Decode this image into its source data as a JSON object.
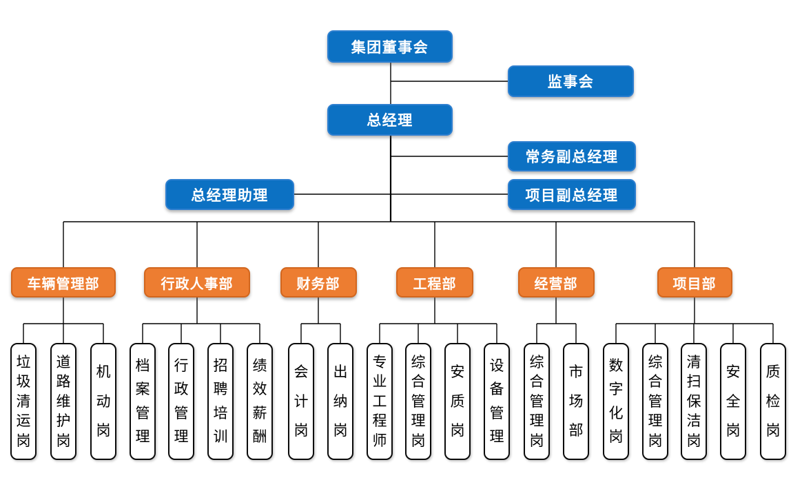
{
  "chart": {
    "root": {
      "label": "集团董事会"
    },
    "supervisory": {
      "label": "监事会"
    },
    "gm": {
      "label": "总经理"
    },
    "deputies": [
      {
        "label": "常务副总经理"
      },
      {
        "label": "项目副总经理"
      }
    ],
    "assistant": {
      "label": "总经理助理"
    },
    "departments": [
      {
        "label": "车辆管理部",
        "positions": [
          "垃圾清运岗",
          "道路维护岗",
          "机动岗"
        ]
      },
      {
        "label": "行政人事部",
        "positions": [
          "档案管理",
          "行政管理",
          "招聘培训",
          "绩效薪酬"
        ]
      },
      {
        "label": "财务部",
        "positions": [
          "会计岗",
          "出纳岗"
        ]
      },
      {
        "label": "工程部",
        "positions": [
          "专业工程师",
          "综合管理岗",
          "安质岗",
          "设备管理"
        ]
      },
      {
        "label": "经营部",
        "positions": [
          "综合管理岗",
          "市场部"
        ]
      },
      {
        "label": "项目部",
        "positions": [
          "数字化岗",
          "综合管理岗",
          "清扫保洁岗",
          "安全岗",
          "质检岗"
        ]
      }
    ],
    "colors": {
      "executive_fill": "#0c71c3",
      "executive_border": "#2e7fd0",
      "department_fill": "#ed7d31",
      "department_border": "#d2661e",
      "position_fill": "#ffffff",
      "position_border": "#0a0a0a",
      "line": "#000000"
    }
  }
}
